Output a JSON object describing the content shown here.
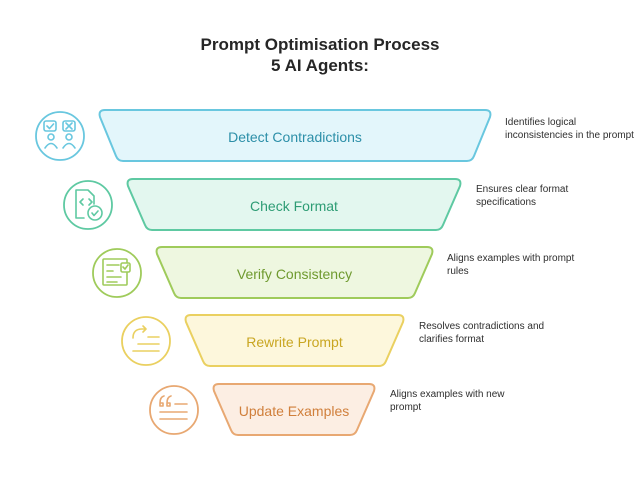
{
  "title": {
    "line1": "Prompt Optimisation Process",
    "line2": "5 AI Agents:"
  },
  "stages": [
    {
      "label": "Detect Contradictions",
      "description": "Identifies logical inconsistencies in the prompt",
      "icon": "discussion-icon",
      "fill": "#e3f6fb",
      "stroke": "#69c7df",
      "text_color": "#2c8fa8"
    },
    {
      "label": "Check Format",
      "description": "Ensures clear format specifications",
      "icon": "code-check-icon",
      "fill": "#e3f7ef",
      "stroke": "#5ec9a2",
      "text_color": "#2d9c74"
    },
    {
      "label": "Verify Consistency",
      "description": "Aligns examples with prompt rules",
      "icon": "checklist-icon",
      "fill": "#eef7e0",
      "stroke": "#9fcb5b",
      "text_color": "#6f9a2f"
    },
    {
      "label": "Rewrite Prompt",
      "description": "Resolves contradictions and clarifies format",
      "icon": "rewrite-text-icon",
      "fill": "#fdf7dc",
      "stroke": "#ead060",
      "text_color": "#c9a622"
    },
    {
      "label": "Update Examples",
      "description": "Aligns examples with new prompt",
      "icon": "quote-icon",
      "fill": "#fceee3",
      "stroke": "#e8a872",
      "text_color": "#d07f3b"
    }
  ]
}
